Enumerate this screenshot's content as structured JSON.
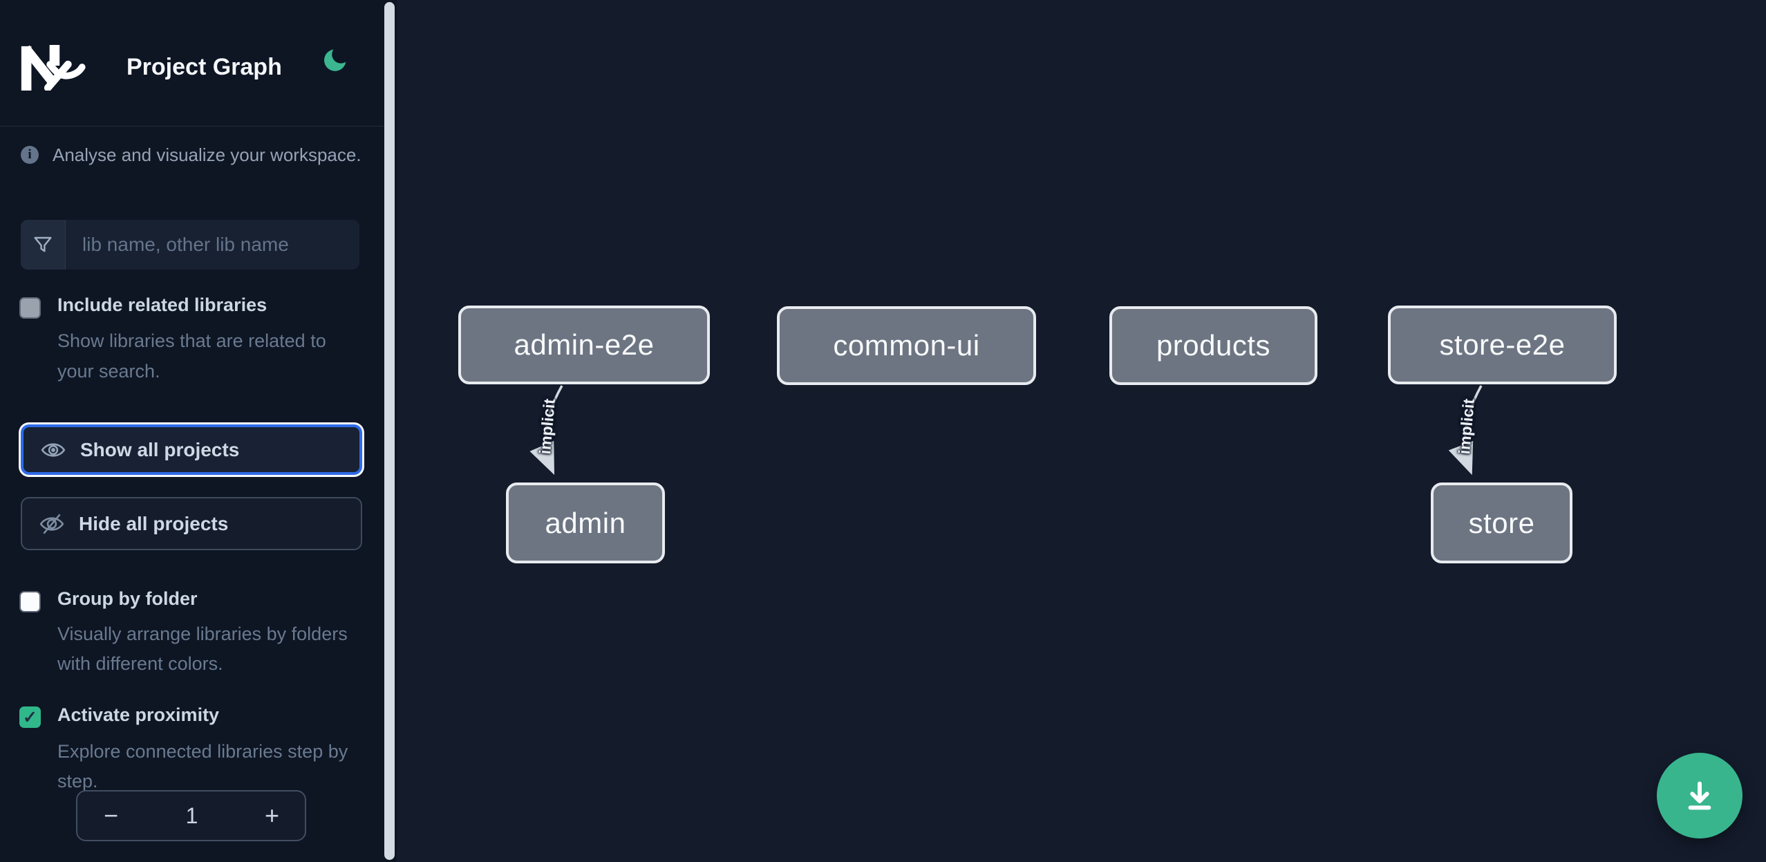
{
  "header": {
    "title": "Project Graph",
    "logo_alt": "Nx",
    "theme_toggle": "moon-icon"
  },
  "sidebar": {
    "info_text": "Analyse and visualize your workspace.",
    "info_icon_glyph": "i",
    "search": {
      "placeholder": "lib name, other lib name",
      "icon": "filter-funnel-icon"
    },
    "toggles": [
      {
        "label": "Include related libraries",
        "description": "Show libraries that are related to your search.",
        "checked": false
      },
      {
        "label": "Group by folder",
        "description": "Visually arrange libraries by folders with different colors.",
        "checked": false
      },
      {
        "label": "Activate proximity",
        "description": "Explore connected libraries step by step.",
        "checked": true,
        "check_glyph": "✓"
      }
    ],
    "buttons": [
      {
        "label": "Show all projects",
        "icon": "eye-icon",
        "focused": true
      },
      {
        "label": "Hide all projects",
        "icon": "eye-off-icon",
        "focused": false
      }
    ],
    "stepper": {
      "decrement": "−",
      "value": "1",
      "increment": "+"
    }
  },
  "graph": {
    "nodes": [
      {
        "label": "admin-e2e"
      },
      {
        "label": "common-ui"
      },
      {
        "label": "products"
      },
      {
        "label": "store-e2e"
      },
      {
        "label": "admin"
      },
      {
        "label": "store"
      }
    ],
    "edges": [
      {
        "source": "admin-e2e",
        "target": "admin",
        "label": "implicit"
      },
      {
        "source": "store-e2e",
        "target": "store",
        "label": "implicit"
      }
    ]
  },
  "fab": {
    "icon": "download-icon"
  },
  "colors": {
    "accent_green": "#38b58d",
    "focus_blue": "#2e6be8",
    "node_fill": "#6d7582",
    "node_border": "#e8ebef",
    "sidebar_bg": "#0e1523",
    "canvas_bg": "#141b2b",
    "scrollbar": "#d5dbe3"
  }
}
